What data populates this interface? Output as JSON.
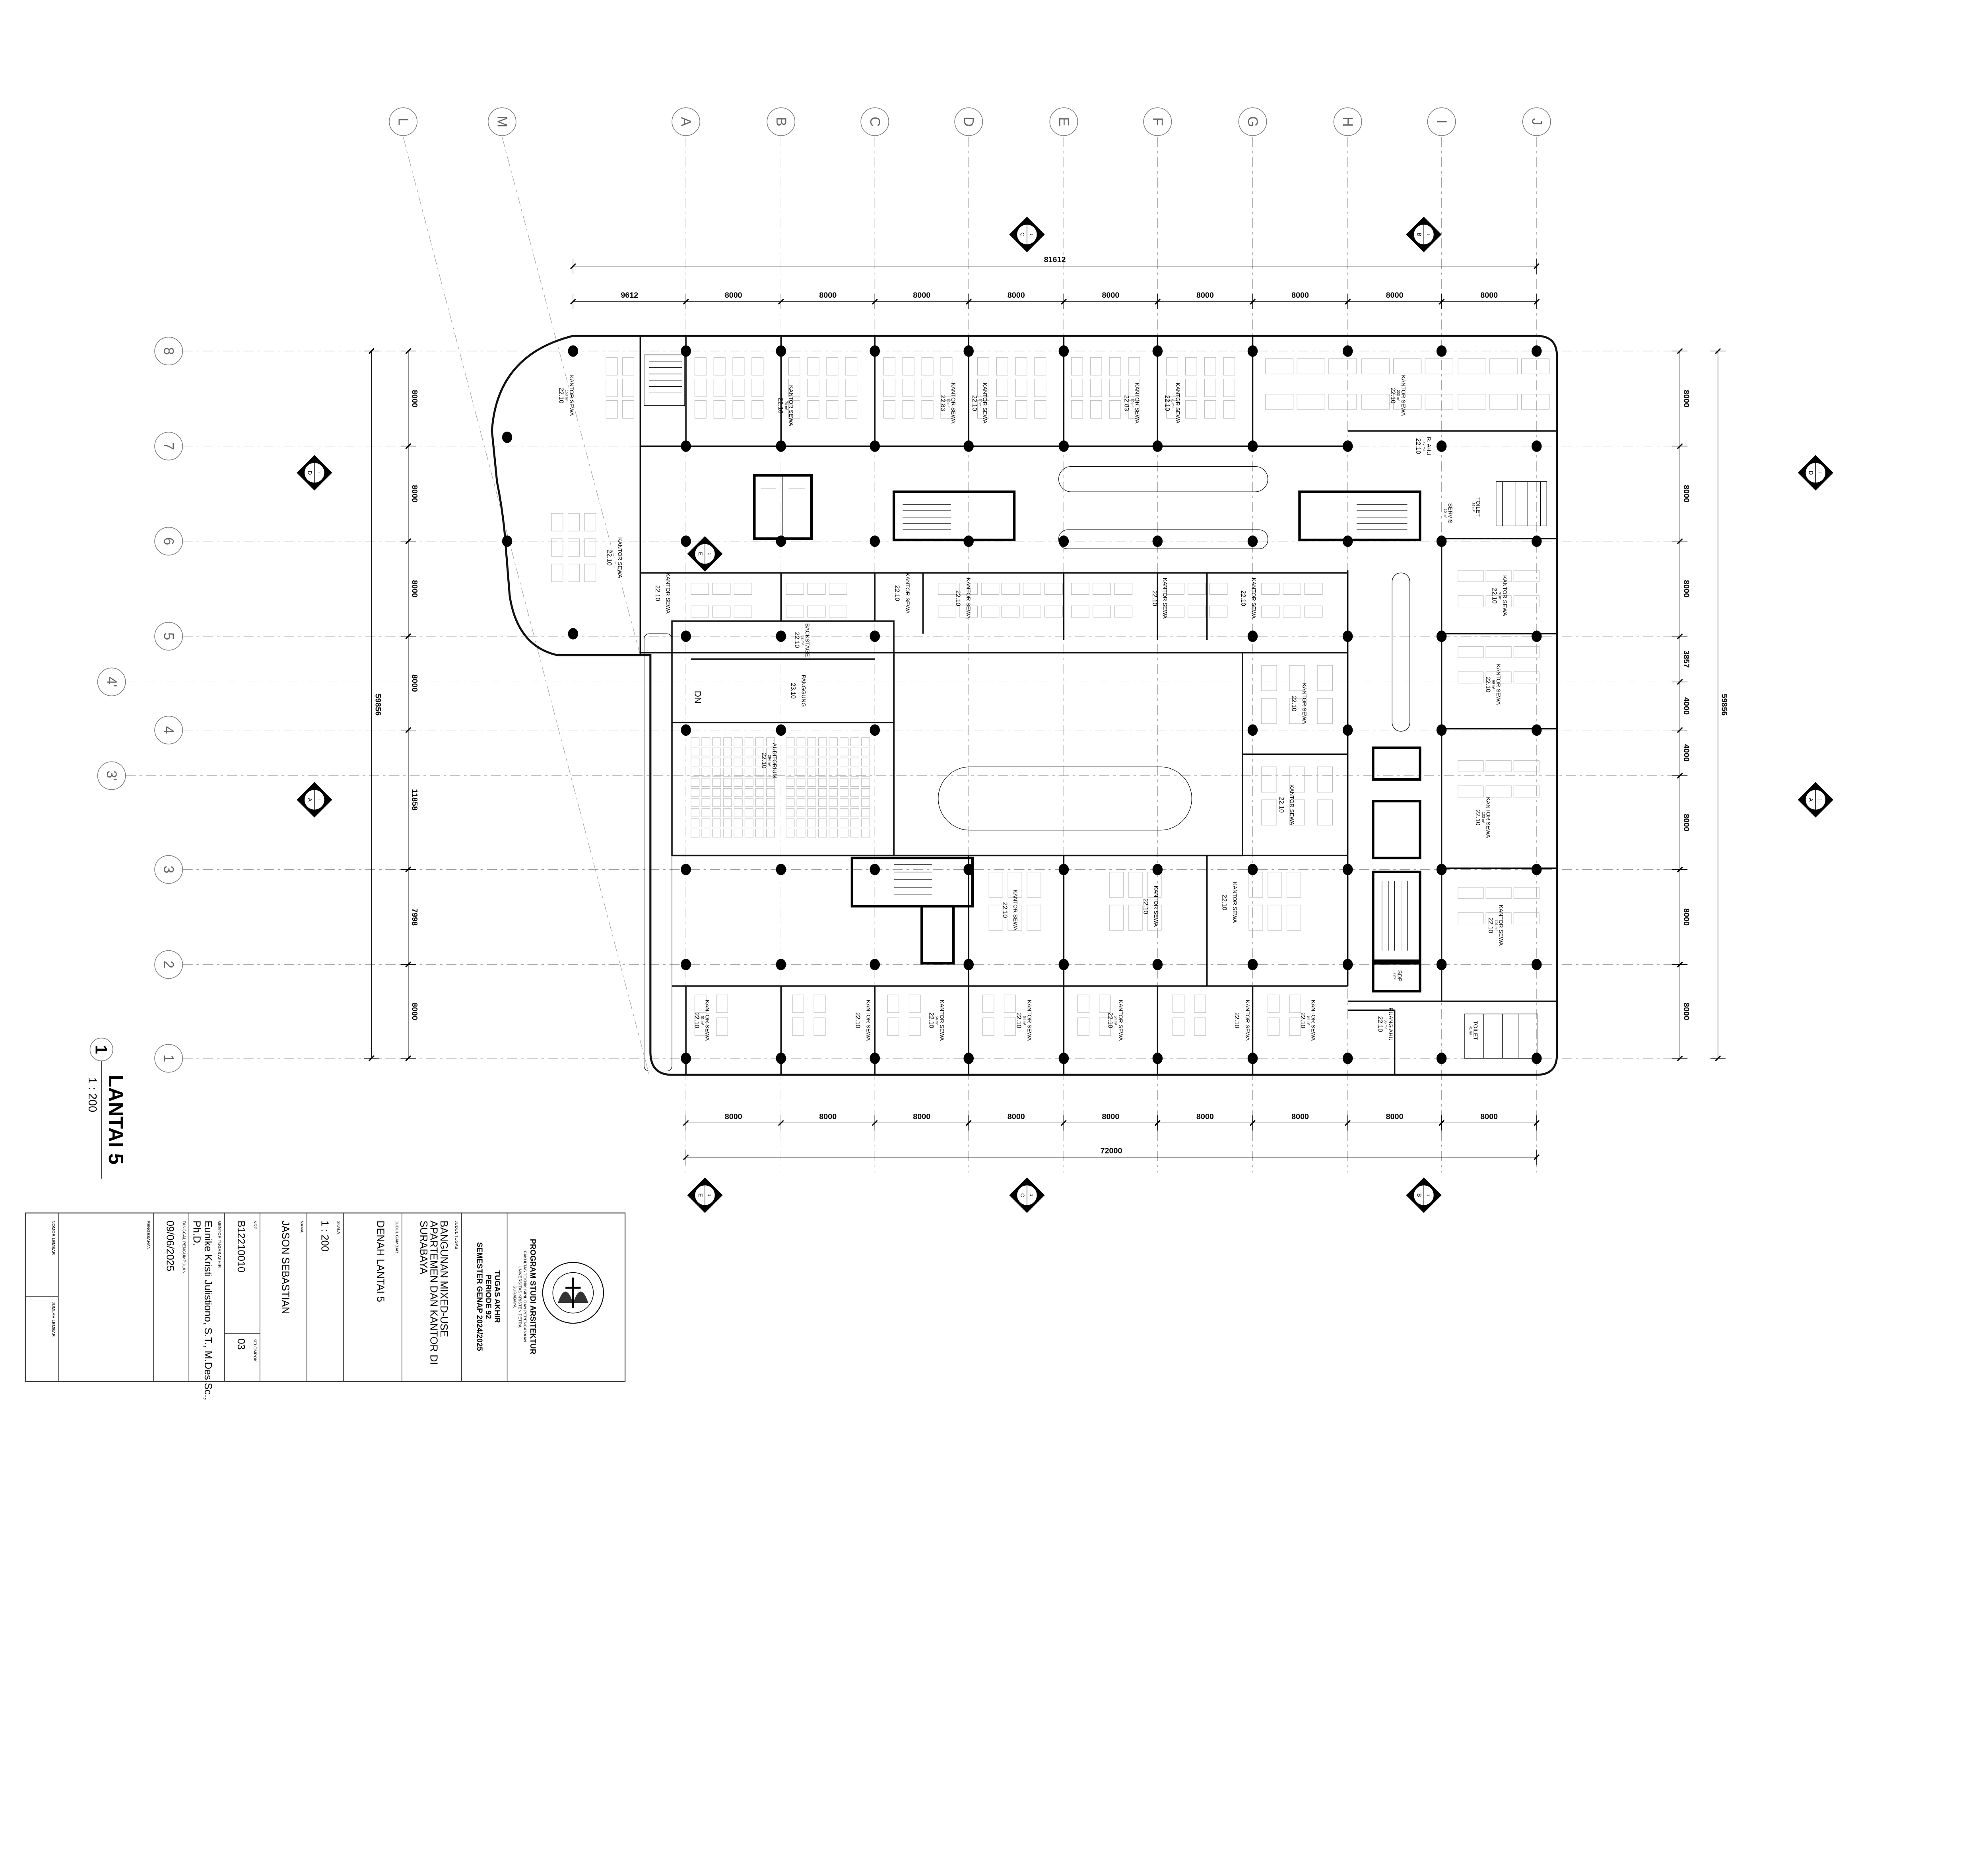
{
  "sheet": {
    "view_number": "1",
    "title": "LANTAI 5",
    "scale": "1 : 200"
  },
  "grid": {
    "columns": [
      "L",
      "M",
      "A",
      "B",
      "C",
      "D",
      "E",
      "F",
      "G",
      "H",
      "I",
      "J"
    ],
    "rows": [
      "8",
      "7",
      "6",
      "5",
      "4'",
      "4",
      "3'",
      "3",
      "2",
      "1"
    ]
  },
  "dimensions": {
    "top_total": "81612",
    "top": [
      "9612",
      "8000",
      "8000",
      "8000",
      "8000",
      "8000",
      "8000",
      "8000",
      "8000",
      "8000"
    ],
    "bottom": [
      "8000",
      "8000",
      "8000",
      "8000",
      "8000",
      "8000",
      "8000",
      "8000",
      "8000"
    ],
    "bottom_total": "72000",
    "left": [
      "8000",
      "8000",
      "8000",
      "8000",
      "11858",
      "7998",
      "8000"
    ],
    "left_total": "59856",
    "right": [
      "8000",
      "8000",
      "8000",
      "3857",
      "4000",
      "4000",
      "8000",
      "8000",
      "8000"
    ],
    "right_total": "59856"
  },
  "section_markers": [
    {
      "number": "1",
      "letter": "C"
    },
    {
      "number": "1",
      "letter": "B"
    },
    {
      "number": "1",
      "letter": "E"
    },
    {
      "number": "1",
      "letter": "C"
    },
    {
      "number": "1",
      "letter": "B"
    },
    {
      "number": "1",
      "letter": "D"
    },
    {
      "number": "1",
      "letter": "A"
    },
    {
      "number": "1",
      "letter": "D"
    },
    {
      "number": "1",
      "letter": "A"
    },
    {
      "number": "1",
      "letter": "E"
    }
  ],
  "stair_label": "DN",
  "rooms": [
    {
      "name": "KANTOR SEWA",
      "area": "153 m²",
      "level": "22.10"
    },
    {
      "name": "KANTOR SEWA",
      "area": "70 m²",
      "level": "22.10"
    },
    {
      "name": "KANTOR SEWA",
      "area": "70 m²",
      "level": "22.83"
    },
    {
      "name": "KANTOR SEWA",
      "area": "70 m²",
      "level": "22.10"
    },
    {
      "name": "KANTOR SEWA",
      "area": "70 m²",
      "level": "22.83"
    },
    {
      "name": "KANTOR SEWA",
      "area": "70 m²",
      "level": "22.10"
    },
    {
      "name": "KANTOR SEWA",
      "area": "203 m²",
      "level": "22.10"
    },
    {
      "name": "R. AHU",
      "area": "47 m²",
      "level": "22.10"
    },
    {
      "name": "SERVIS",
      "area": "10 m²",
      "level": ""
    },
    {
      "name": "TOILET",
      "area": "39 m²",
      "level": ""
    },
    {
      "name": "KANTOR SEWA",
      "area": "",
      "level": "22.10"
    },
    {
      "name": "KANTOR SEWA",
      "area": "",
      "level": "22.10"
    },
    {
      "name": "KANTOR SEWA",
      "area": "",
      "level": "22.10"
    },
    {
      "name": "KANTOR SEWA",
      "area": "",
      "level": "22.10"
    },
    {
      "name": "KANTOR SEWA",
      "area": "",
      "level": "22.10"
    },
    {
      "name": "KANTOR SEWA",
      "area": "",
      "level": "22.10"
    },
    {
      "name": "BACKSTAGE",
      "area": "52 m²",
      "level": "22.10"
    },
    {
      "name": "PANGGUNG",
      "area": "",
      "level": "23.10"
    },
    {
      "name": "AUDITORIUM",
      "area": "294 m²",
      "level": "22.10"
    },
    {
      "name": "KANTOR SEWA",
      "area": "70 m²",
      "level": "22.10"
    },
    {
      "name": "KANTOR SEWA",
      "area": "69 m²",
      "level": "22.10"
    },
    {
      "name": "KANTOR SEWA",
      "area": "103 m²",
      "level": "22.10"
    },
    {
      "name": "KANTOR SEWA",
      "area": "101 m²",
      "level": "22.10"
    },
    {
      "name": "KANTOR SEWA",
      "area": "",
      "level": "22.10"
    },
    {
      "name": "KANTOR SEWA",
      "area": "",
      "level": "22.10"
    },
    {
      "name": "KANTOR SEWA",
      "area": "",
      "level": "22.10"
    },
    {
      "name": "KANTOR SEWA",
      "area": "",
      "level": "22.10"
    },
    {
      "name": "KANTOR SEWA",
      "area": "",
      "level": "22.10"
    },
    {
      "name": "SDP",
      "area": "7 m²",
      "level": ""
    },
    {
      "name": "KANTOR SEWA",
      "area": "51 m²",
      "level": "22.10"
    },
    {
      "name": "KANTOR SEWA",
      "area": "",
      "level": "22.10"
    },
    {
      "name": "KANTOR SEWA",
      "area": "54 m²",
      "level": "22.10"
    },
    {
      "name": "KANTOR SEWA",
      "area": "54 m²",
      "level": "22.10"
    },
    {
      "name": "KANTOR SEWA",
      "area": "54 m²",
      "level": "22.10"
    },
    {
      "name": "KANTOR SEWA",
      "area": "",
      "level": "22.10"
    },
    {
      "name": "KANTOR SEWA",
      "area": "54 m²",
      "level": "22.10"
    },
    {
      "name": "RUANG AHU",
      "area": "36 m²",
      "level": "22.10"
    },
    {
      "name": "TOILET",
      "area": "41 m²",
      "level": ""
    }
  ],
  "title_block": {
    "institution": {
      "program": "PROGRAM STUDI ARSITEKTUR",
      "faculty": "FAKULTAS TEKNIK SIPIL DAN PERENCANAAN",
      "university": "UNIVERSITAS KRISTEN PETRA",
      "city": "SURABAYA",
      "logo_text": "UNIVERSITAS KRISTEN PETRA"
    },
    "course": {
      "line1": "TUGAS AKHIR",
      "line2": "PERIODE 92",
      "line3": "SEMESTER GENAP 2024/2025"
    },
    "judul_tugas_label": "JUDUL TUGAS",
    "judul_tugas": [
      "BANGUNAN MIXED-USE",
      "APARTEMEN DAN KANTOR DI",
      "SURABAYA"
    ],
    "judul_gambar_label": "JUDUL GAMBAR",
    "judul_gambar": "DENAH LANTAI 5",
    "skala_label": "SKALA",
    "skala": "1 : 200",
    "nama_label": "NAMA",
    "nama": "JASON SEBASTIAN",
    "nrp_label": "NRP",
    "nrp": "B12210010",
    "kelompok_label": "KELOMPOK",
    "kelompok": "03",
    "mentor_label": "MENTOR TUGAS AKHIR",
    "mentor": [
      "Eunike Kristi Julistiono, S.T., M.Des.Sc.,",
      "Ph.D."
    ],
    "tanggal_label": "TANGGAL PENGUMPULAN",
    "tanggal": "09/06/2025",
    "pengesahan_label": "PENGESAHAN",
    "nomor_lembar_label": "NOMOR LEMBAR",
    "jumlah_lembar_label": "JUMLAH LEMBAR"
  }
}
